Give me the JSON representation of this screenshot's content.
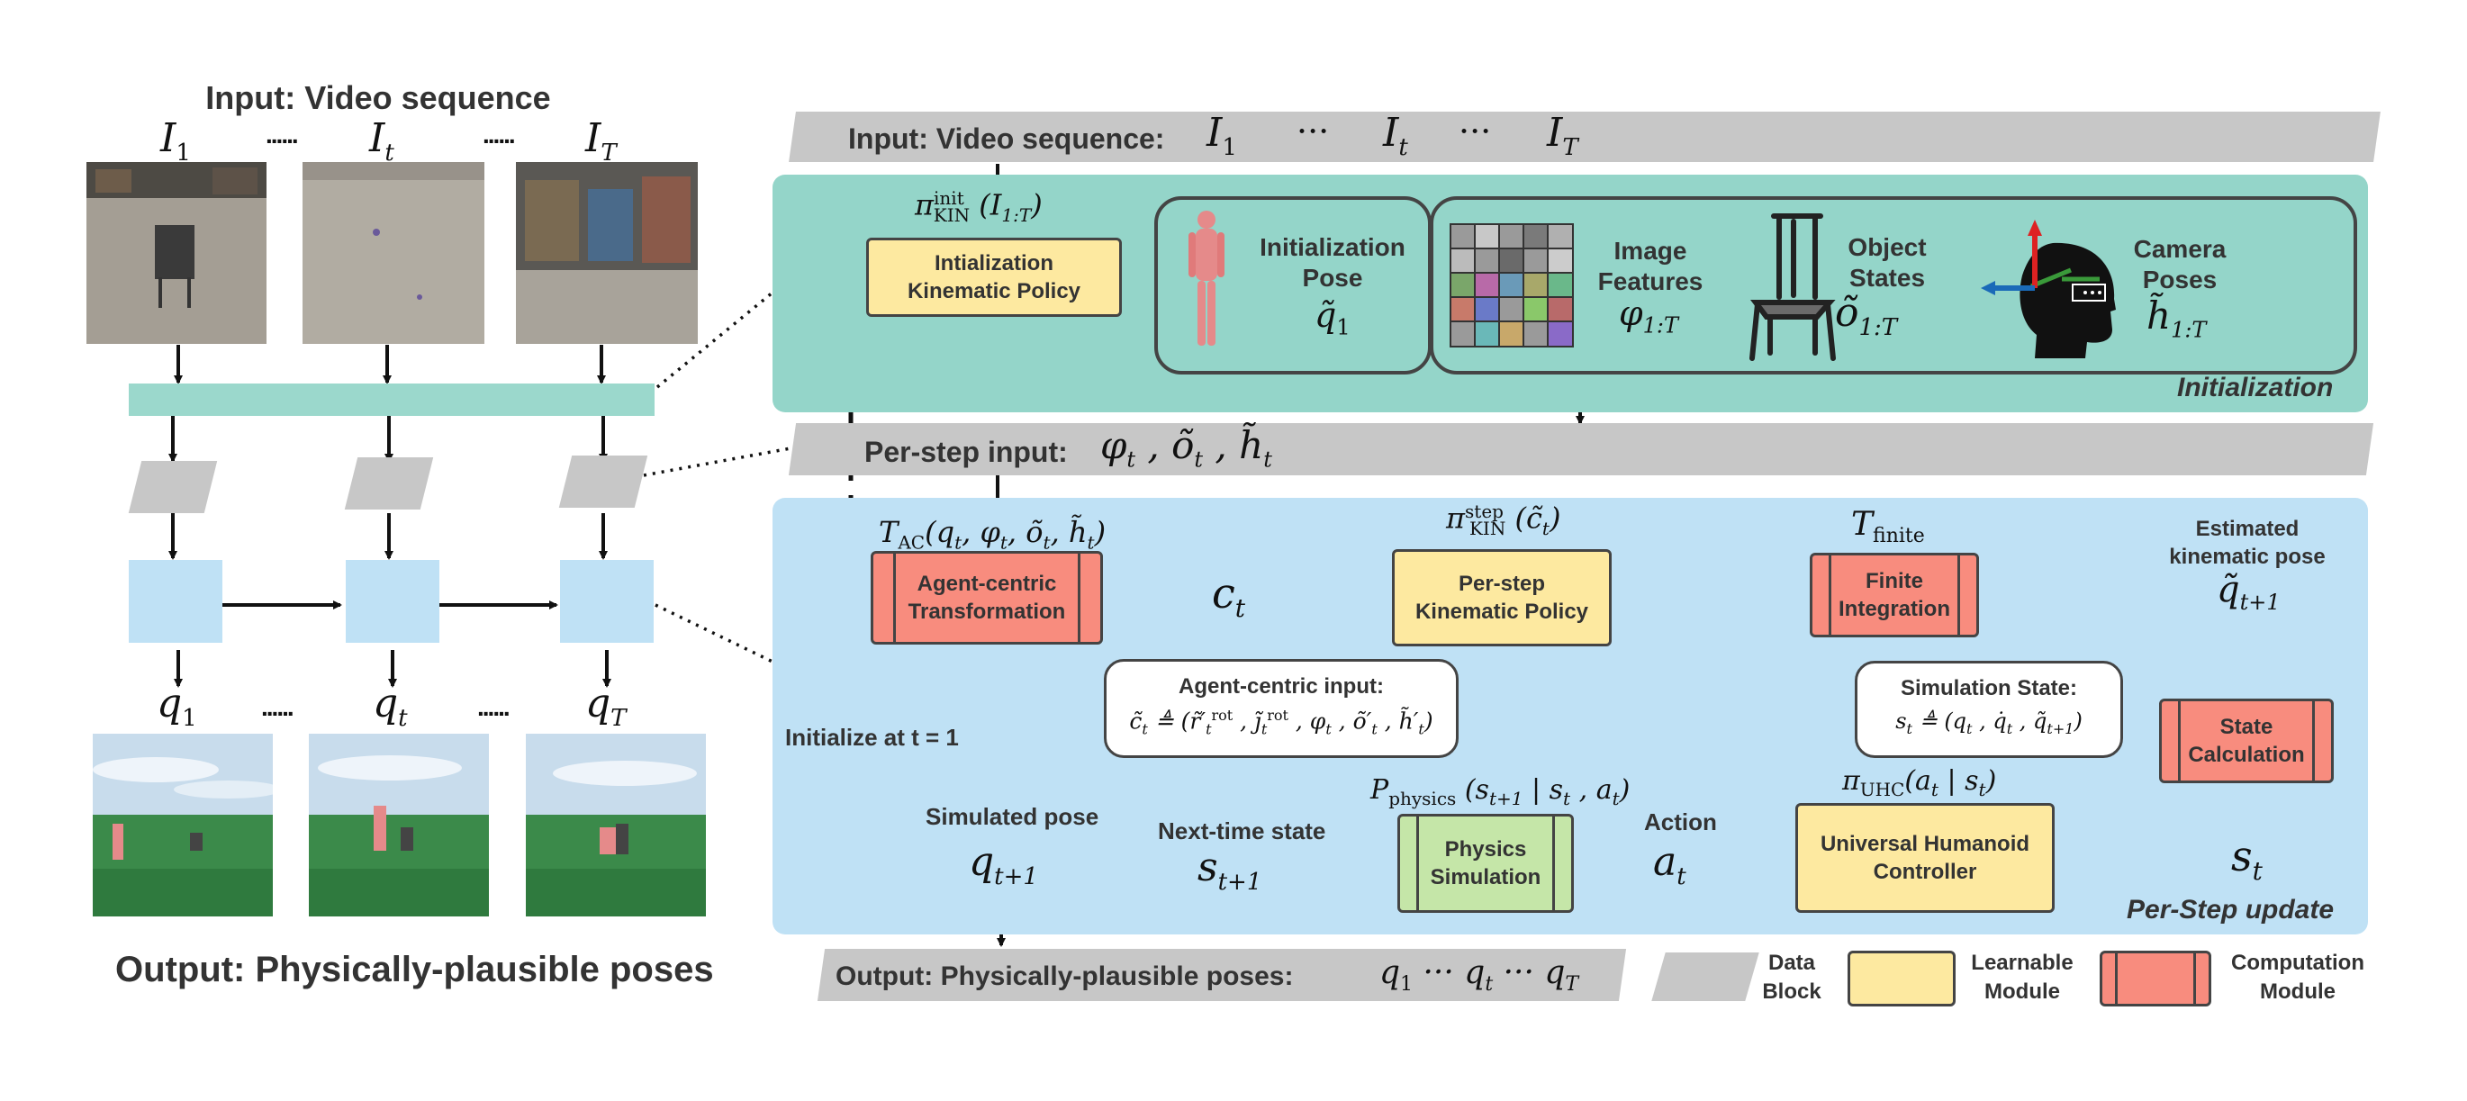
{
  "left": {
    "title": "Input: Video sequence",
    "frames": [
      "I1",
      "It",
      "IT"
    ],
    "poses": [
      "q1",
      "qt",
      "qT"
    ],
    "ellipsis": "......",
    "output": "Output: Physically-plausible poses"
  },
  "top_input": {
    "label": "Input: Video sequence:",
    "seq": [
      "I1",
      "···",
      "It",
      "···",
      "IT"
    ]
  },
  "init_stage": {
    "policy_math": "π_KIN^init (I_1:T)",
    "policy_label": [
      "Intialization",
      "Kinematic Policy"
    ],
    "pose_label": [
      "Initialization",
      "Pose"
    ],
    "pose_math": "q̃_1",
    "image_label": [
      "Image",
      "Features"
    ],
    "image_math": "φ_1:T",
    "object_label": [
      "Object",
      "States"
    ],
    "object_math": "õ_1:T",
    "camera_label": [
      "Camera",
      "Poses"
    ],
    "camera_math": "h̃_1:T",
    "caption": "Initialization"
  },
  "per_step_input": {
    "label": "Per-step input:",
    "math": "φ_t , õ_t , h̃_t"
  },
  "update_stage": {
    "tac_math": "T_AC(q_t, φ_t, õ_t, h̃_t)",
    "tac_label": [
      "Agent-centric",
      "Transformation"
    ],
    "ct": "c_t",
    "step_math": "π_KIN^step (c̃_t)",
    "step_label": [
      "Per-step",
      "Kinematic Policy"
    ],
    "finite_math": "T_finite",
    "finite_label": [
      "Finite",
      "Integration"
    ],
    "est_label": [
      "Estimated",
      "kinematic pose"
    ],
    "est_math": "q̃_t+1",
    "agent_input_title": "Agent-centric input:",
    "agent_input_math": "c̃_t ≜ (r̃′_t^rot , j̃_t^rot , φ_t , õ′_t , h̃′_t)",
    "init_at": "Initialize at t = 1",
    "sim_state_title": "Simulation State:",
    "sim_state_math": "s_t ≜ (q_t , q̇_t , q̃_t+1)",
    "state_calc_label": [
      "State",
      "Calculation"
    ],
    "st": "s_t",
    "uhc_math": "π_UHC(a_t | s_t)",
    "uhc_label": [
      "Universal Humanoid",
      "Controller"
    ],
    "action_label": "Action",
    "at": "a_t",
    "phys_math": "P_physics (s_t+1 | s_t , a_t)",
    "phys_label": [
      "Physics",
      "Simulation"
    ],
    "next_state_label": "Next-time state",
    "st1": "s_t+1",
    "sim_pose_label": "Simulated pose",
    "qt1": "q_t+1",
    "caption": "Per-Step update"
  },
  "bottom_output": {
    "label": "Output: Physically-plausible poses:",
    "seq": "q_1 ··· q_t ··· q_T"
  },
  "legend": [
    {
      "label": [
        "Data",
        "Block"
      ]
    },
    {
      "label": [
        "Learnable",
        "Module"
      ]
    },
    {
      "label": [
        "Computation",
        "Module"
      ]
    }
  ],
  "colors": {
    "init_panel": "#94d5c9",
    "update_panel": "#bfe1f5",
    "data_block": "#c7c7c7",
    "learnable": "#fde9a0",
    "computation": "#f88c7e",
    "physics": "#c5e6a8",
    "teal_bar": "#9bd8cc",
    "blue_cell": "#bfe1f5"
  }
}
